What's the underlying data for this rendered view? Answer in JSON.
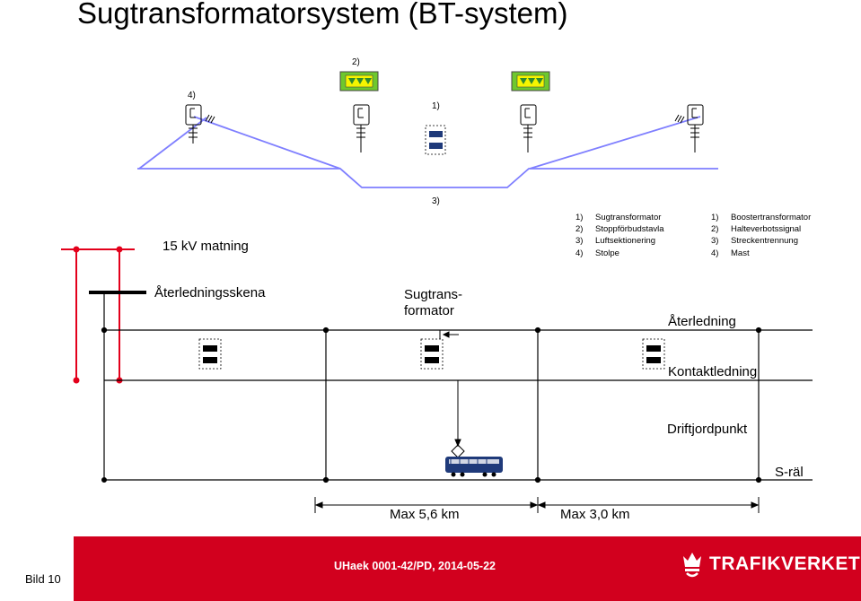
{
  "title": "Sugtransformatorsystem (BT-system)",
  "top_diagram": {
    "label_1": "1)",
    "label_2": "2)",
    "label_3": "3)",
    "label_4": "4)"
  },
  "legend_left": [
    {
      "num": "1)",
      "text": "Sugtransformator"
    },
    {
      "num": "2)",
      "text": "Stoppförbudstavla"
    },
    {
      "num": "3)",
      "text": "Luftsektionering"
    },
    {
      "num": "4)",
      "text": "Stolpe"
    }
  ],
  "legend_right": [
    {
      "num": "1)",
      "text": "Boostertransformator"
    },
    {
      "num": "2)",
      "text": "Halteverbotssignal"
    },
    {
      "num": "3)",
      "text": "Streckentrennung"
    },
    {
      "num": "4)",
      "text": "Mast"
    }
  ],
  "labels": {
    "feed": "15 kV matning",
    "return_rail_bar": "Återledningsskena",
    "sug_line1": "Sugtrans-",
    "sug_line2": "formator",
    "return_line": "Återledning",
    "contact_line": "Kontaktledning",
    "earth_point": "Driftjordpunkt",
    "s_rail": "S-räl",
    "max1": "Max 5,6 km",
    "max2": "Max 3,0 km"
  },
  "footer": {
    "page": "Bild 10",
    "doc_ref": "UHaek 0001-42/PD, 2014-05-22",
    "brand": "TRAFIKVERKET"
  },
  "colors": {
    "feed_red": "#e3001b",
    "track_blue": "#7f7fff",
    "rail_dark_blue": "#1f3a7a",
    "sign_green": "#6ec82d",
    "footer_red": "#d2001e"
  }
}
